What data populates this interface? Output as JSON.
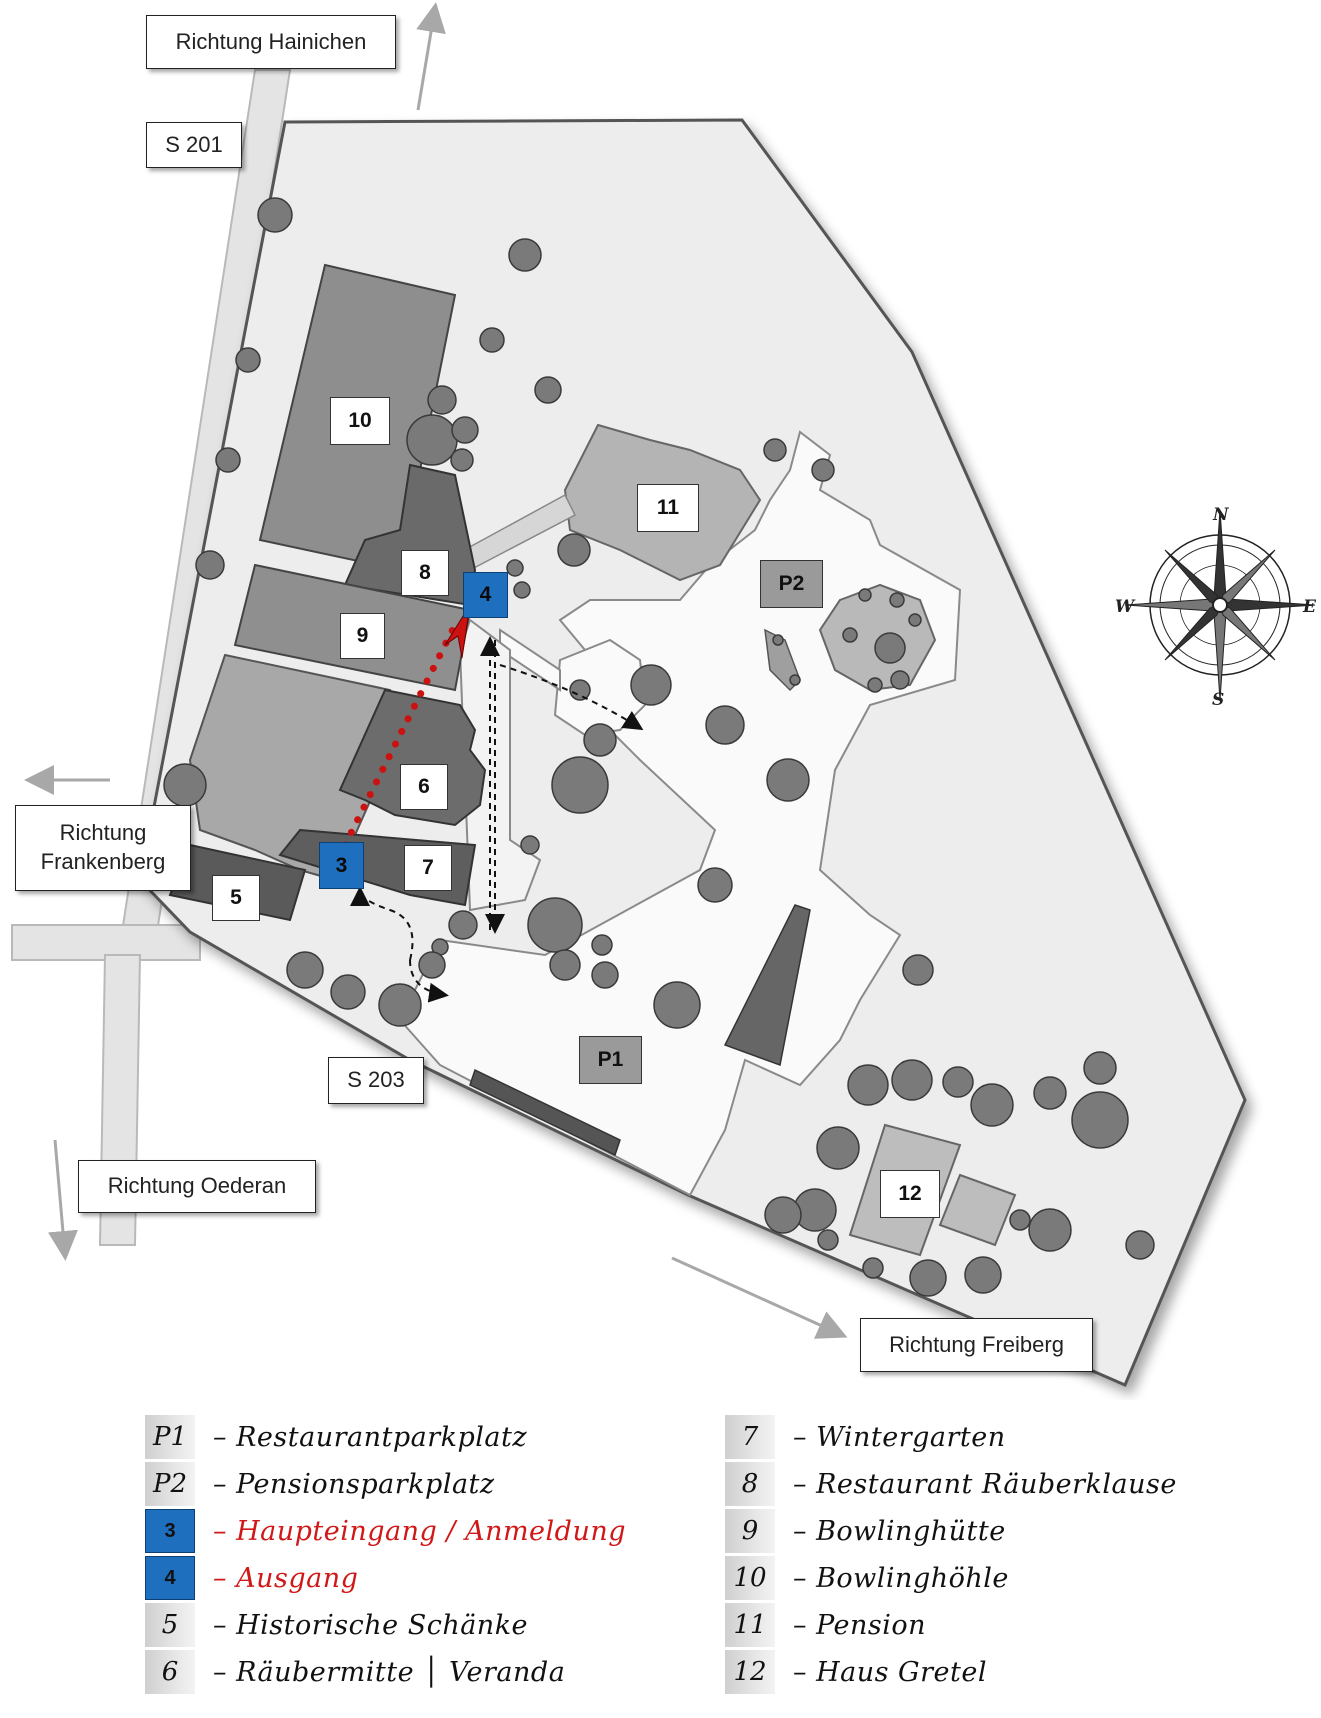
{
  "directions": {
    "hainichen": "Richtung Hainichen",
    "s201": "S 201",
    "frankenberg_line1": "Richtung",
    "frankenberg_line2": "Frankenberg",
    "s203": "S 203",
    "oederan": "Richtung Oederan",
    "freiberg": "Richtung Freiberg"
  },
  "map_labels": {
    "b10": "10",
    "b11": "11",
    "p2": "P2",
    "b8": "8",
    "b4": "4",
    "b9": "9",
    "b6": "6",
    "b3": "3",
    "b7": "7",
    "b5": "5",
    "p1": "P1",
    "b12": "12"
  },
  "compass": {
    "n": "N",
    "e": "E",
    "s": "S",
    "w": "W"
  },
  "legend": {
    "left": [
      {
        "key": "P1",
        "text": "– Restaurantparkplatz",
        "swatch": "gray",
        "highlight": false
      },
      {
        "key": "P2",
        "text": "– Pensionsparkplatz",
        "swatch": "white",
        "highlight": false
      },
      {
        "key": "3",
        "text": "– Haupteingang / Anmeldung",
        "swatch": "blue",
        "highlight": true
      },
      {
        "key": "4",
        "text": "– Ausgang",
        "swatch": "blue",
        "highlight": true
      },
      {
        "key": "5",
        "text": "– Historische Schänke",
        "swatch": "gray",
        "highlight": false
      },
      {
        "key": "6",
        "text": "– Räubermitte │ Veranda",
        "swatch": "gray",
        "highlight": false
      }
    ],
    "right": [
      {
        "key": "7",
        "text": "– Wintergarten",
        "swatch": "gray",
        "highlight": false
      },
      {
        "key": "8",
        "text": "– Restaurant Räuberklause",
        "swatch": "white",
        "highlight": false
      },
      {
        "key": "9",
        "text": "– Bowlinghütte",
        "swatch": "white",
        "highlight": false
      },
      {
        "key": "10",
        "text": "– Bowlinghöhle",
        "swatch": "gray",
        "highlight": false
      },
      {
        "key": "11",
        "text": "– Pension",
        "swatch": "white",
        "highlight": false
      },
      {
        "key": "12",
        "text": "– Haus Gretel",
        "swatch": "gray",
        "highlight": false
      }
    ]
  },
  "colors": {
    "highlight_red": "#d01818",
    "entrance_blue": "#1f6fbf",
    "route_red": "#cc1111"
  }
}
